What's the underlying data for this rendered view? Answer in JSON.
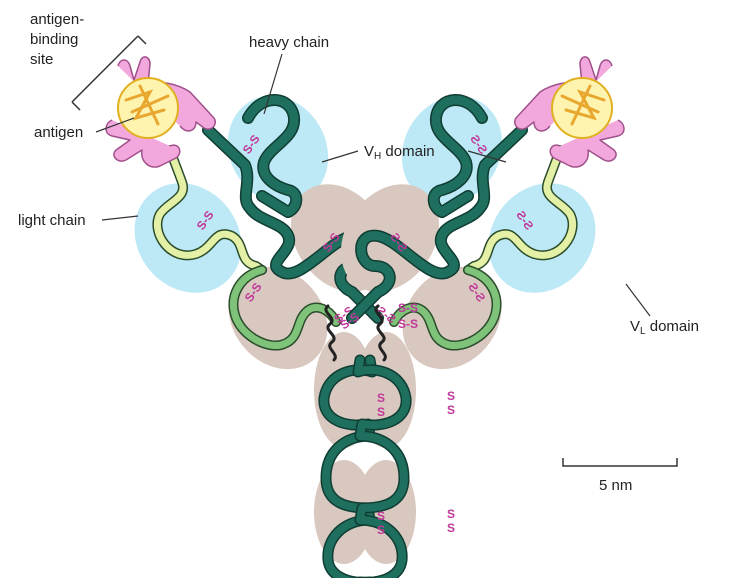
{
  "labels": {
    "antigen_binding_site": [
      "antigen-",
      "binding",
      "site"
    ],
    "antigen": "antigen",
    "heavy_chain": "heavy chain",
    "vh_domain": {
      "main": "V",
      "sub": "H",
      "rest": " domain"
    },
    "light_chain": "light chain",
    "vl_domain": {
      "main": "V",
      "sub": "L",
      "rest": " domain"
    },
    "scale_bar": "5 nm"
  },
  "disulfide_label": "S-S",
  "sulfur_label": "S",
  "colors": {
    "variable_domain": "#bde9f6",
    "constant_domain": "#d8c8bf",
    "heavy_chain": "#1f6f5e",
    "light_chain_variable": "#e3f0a6",
    "light_chain_constant": "#7fc37a",
    "antigen_binding_tip": "#f2a8dc",
    "antigen_fill": "#fff3b0",
    "antigen_stroke": "#e0b020",
    "disulfide": "#c0389a",
    "hinge": "#222222"
  }
}
